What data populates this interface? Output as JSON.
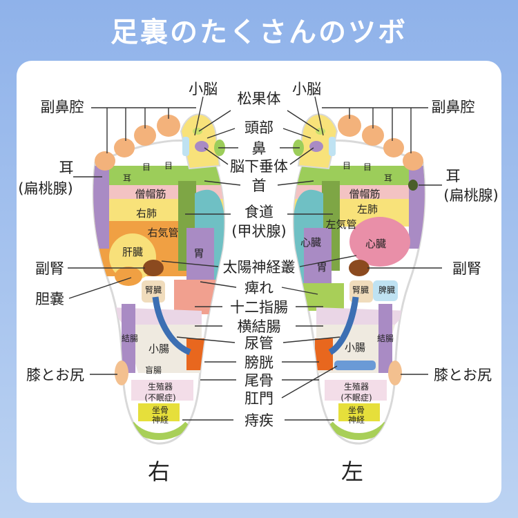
{
  "title": "足裏のたくさんのツボ",
  "colors": {
    "background": "#a9c7ef",
    "card": "#ffffff",
    "toe_orange": "#f3b27b",
    "green": "#9ccd5a",
    "yellow": "#f8e27a",
    "orange": "#f0a043",
    "purple": "#a98bc4",
    "pink": "#e98fa8",
    "teal": "#6fc0c4",
    "blue": "#3c6fb3",
    "salmon": "#f1a08f",
    "brown": "#8b4a1f"
  },
  "center_labels": {
    "pineal": "松果体",
    "head": "頭部",
    "nose": "鼻",
    "pituitary": "脳下垂体",
    "neck": "首",
    "esophagus": "食道",
    "thyroid": "(甲状腺)",
    "solar_plexus": "太陽神経叢",
    "numbness": "痺れ",
    "duodenum": "十二指腸",
    "transverse_colon": "横結腸",
    "ureter": "尿管",
    "bladder": "膀胱",
    "coccyx": "尾骨",
    "anus": "肛門",
    "hemorrhoids": "痔疾"
  },
  "side_labels": {
    "cerebellum": "小脳",
    "sinus": "副鼻腔",
    "ear": "耳",
    "tonsil": "(扁桃腺)",
    "adrenal": "副腎",
    "gallbladder": "胆嚢",
    "knee_hip": "膝とお尻"
  },
  "inner_labels": {
    "ear": "耳",
    "eye": "目",
    "trapezius": "僧帽筋",
    "right_lung": "右肺",
    "left_lung": "左肺",
    "right_bronchus": "右気管",
    "left_bronchus": "左気管",
    "liver": "肝臓",
    "heart_small": "心臓",
    "heart": "心臓",
    "stomach": "胃",
    "kidney": "腎臓",
    "spleen": "脾臓",
    "colon": "結腸",
    "small_intestine": "小腸",
    "cecum": "盲腸",
    "reproductive": "生殖器",
    "insomnia": "(不眠症)",
    "sciatic": "坐骨",
    "nerve": "神経"
  },
  "foot_labels": {
    "right": "右",
    "left": "左"
  }
}
